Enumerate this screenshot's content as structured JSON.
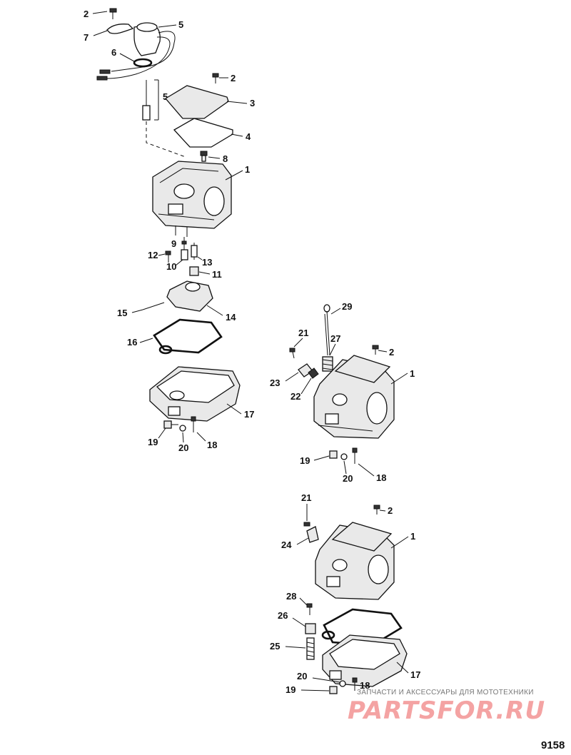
{
  "callouts": {
    "n1": "1",
    "n2": "2",
    "n3": "3",
    "n4": "4",
    "n5": "5",
    "n6": "6",
    "n7": "7",
    "n8": "8",
    "n9": "9",
    "n10": "10",
    "n11": "11",
    "n12": "12",
    "n13": "13",
    "n14": "14",
    "n15": "15",
    "n16": "16",
    "n17": "17",
    "n18": "18",
    "n19": "19",
    "n20": "20",
    "n21": "21",
    "n22": "22",
    "n23": "23",
    "n24": "24",
    "n25": "25",
    "n26": "26",
    "n27": "27",
    "n28": "28",
    "n29": "29"
  },
  "watermark": {
    "ribbon": "ЗАПЧАСТИ И АКСЕССУАРЫ ДЛЯ МОТОТЕХНИКИ",
    "brand": "PARTSFOR.RU"
  },
  "figure_number": "9158"
}
